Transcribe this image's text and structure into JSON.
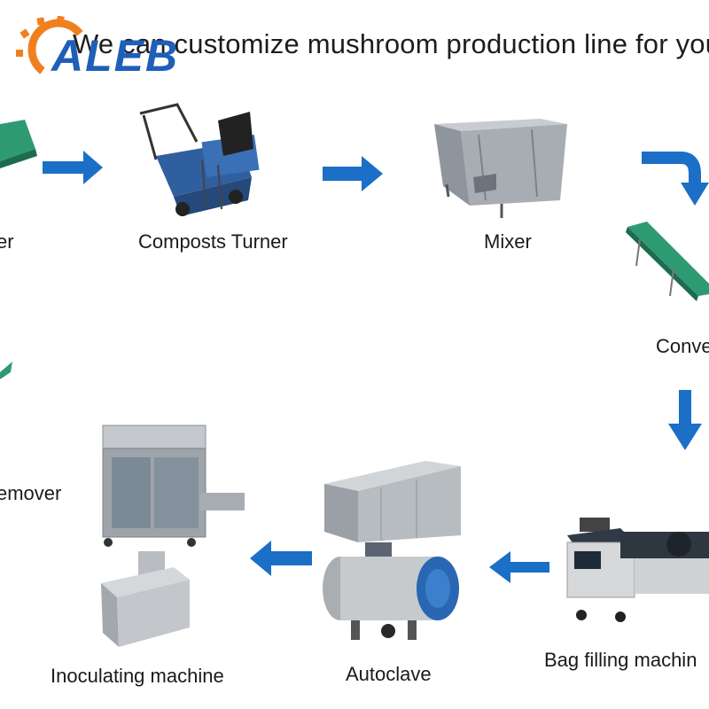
{
  "header": {
    "headline": "We can customize mushroom production line for you.",
    "logo_text": "ALEB"
  },
  "colors": {
    "arrow_blue": "#1b6fc6",
    "logo_orange": "#f0801e",
    "logo_blue": "#1f5fb8",
    "machine_blue": "#2f5f9e",
    "steel": "#a8adb3",
    "conveyor_green": "#2e9a72"
  },
  "steps": [
    {
      "id": "crusher",
      "label": "er"
    },
    {
      "id": "composts-turner",
      "label": "Composts Turner"
    },
    {
      "id": "mixer",
      "label": "Mixer"
    },
    {
      "id": "conveyor",
      "label": "Conve"
    },
    {
      "id": "bag-filling",
      "label": "Bag filling machin"
    },
    {
      "id": "autoclave",
      "label": "Autoclave"
    },
    {
      "id": "inoculating",
      "label": "Inoculating machine"
    },
    {
      "id": "remover",
      "label": "emover"
    }
  ],
  "arrows": [
    "arrow-right",
    "arrow-right",
    "arrow-curve-down",
    "arrow-down",
    "arrow-left",
    "arrow-left"
  ]
}
